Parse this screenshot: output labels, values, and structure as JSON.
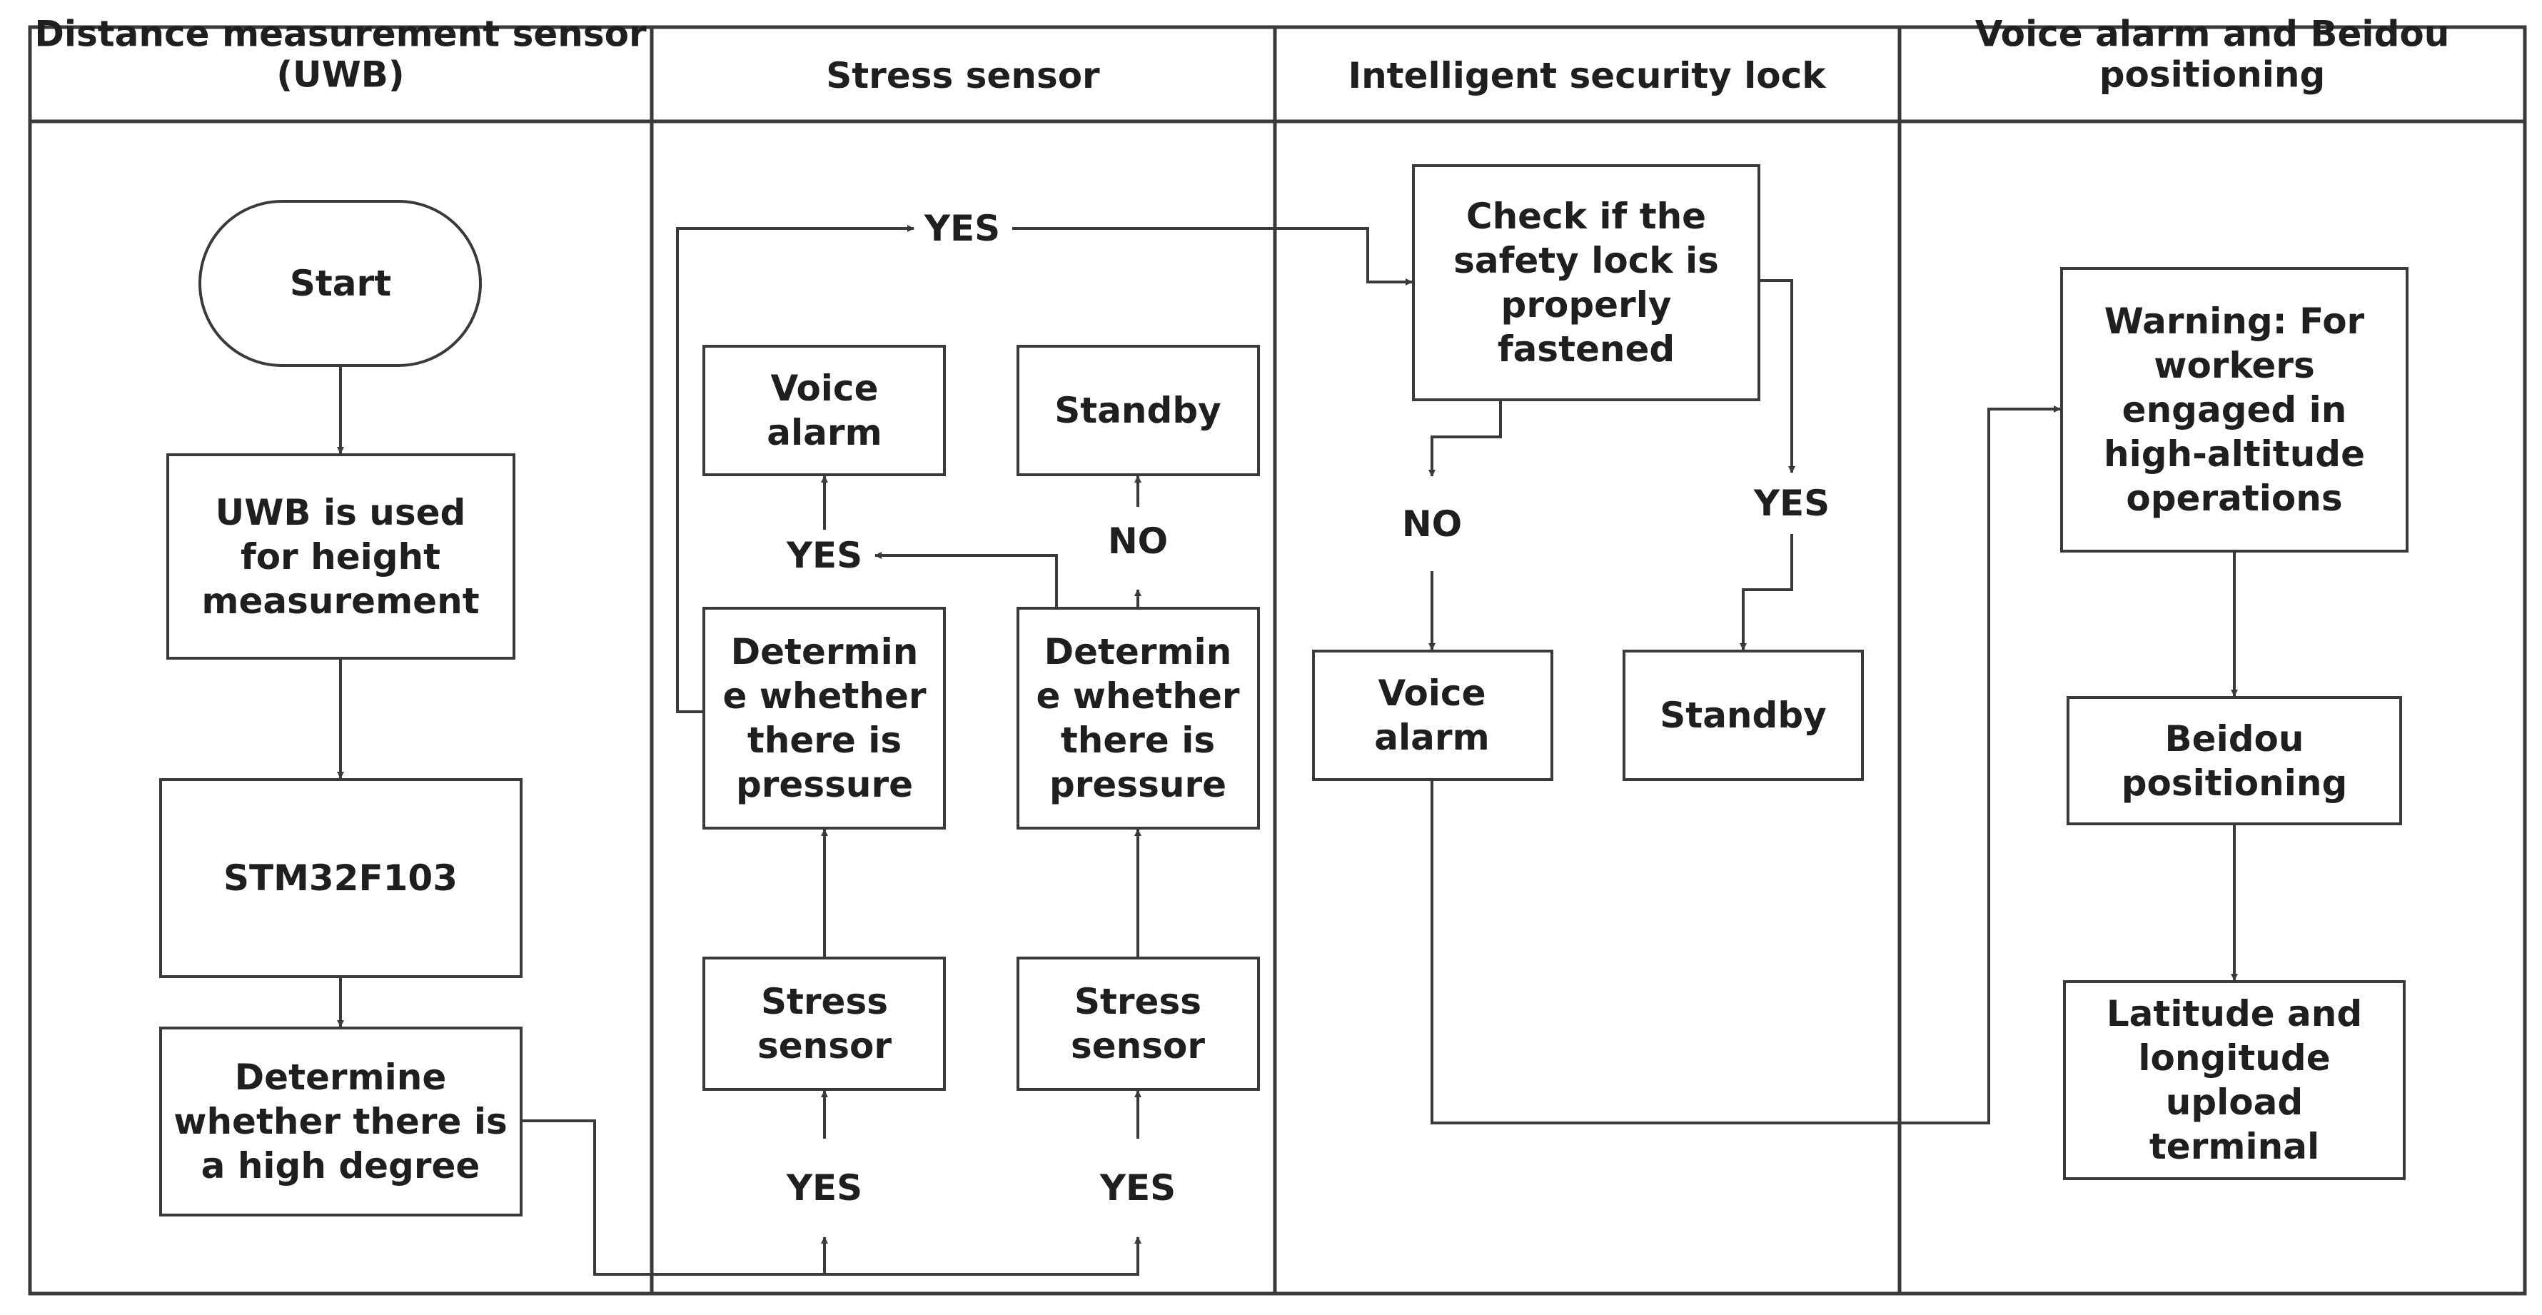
{
  "swimlanes": [
    {
      "id": "uwb",
      "title": [
        "Distance measurement sensor",
        "(UWB)"
      ]
    },
    {
      "id": "stress",
      "title": [
        "Stress sensor"
      ]
    },
    {
      "id": "lock",
      "title": [
        "Intelligent security lock"
      ]
    },
    {
      "id": "voice",
      "title": [
        "Voice alarm and Beidou",
        "positioning"
      ]
    }
  ],
  "nodes": {
    "start": [
      "Start"
    ],
    "uwb_height": [
      "UWB is used",
      "for height",
      "measurement"
    ],
    "stm32": [
      "STM32F103"
    ],
    "determine_high": [
      "Determine",
      "whether there is",
      "a high degree"
    ],
    "voice_alarm_1": [
      "Voice",
      "alarm"
    ],
    "standby_1": [
      "Standby"
    ],
    "determine_pressure_1": [
      "Determin",
      "e whether",
      "there is",
      "pressure"
    ],
    "determine_pressure_2": [
      "Determin",
      "e whether",
      "there is",
      "pressure"
    ],
    "stress_sensor_1": [
      "Stress",
      "sensor"
    ],
    "stress_sensor_2": [
      "Stress",
      "sensor"
    ],
    "check_lock": [
      "Check if the",
      "safety lock is",
      "properly",
      "fastened"
    ],
    "voice_alarm_2": [
      "Voice",
      "alarm"
    ],
    "standby_2": [
      "Standby"
    ],
    "warning": [
      "Warning: For",
      "workers",
      "engaged in",
      "high-altitude",
      "operations"
    ],
    "beidou": [
      "Beidou",
      "positioning"
    ],
    "lat_long": [
      "Latitude and",
      "longitude",
      "upload",
      "terminal"
    ]
  },
  "edge_labels": {
    "top_yes": "YES",
    "yes_voice_1": "YES",
    "no_standby_1": "NO",
    "yes_sensor_1": "YES",
    "yes_sensor_2": "YES",
    "no_lock": "NO",
    "yes_lock": "YES"
  }
}
